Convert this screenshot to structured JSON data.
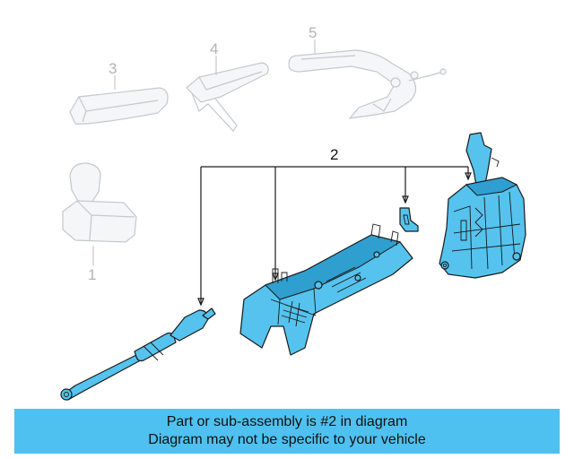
{
  "callouts": {
    "c1": "1",
    "c2": "2",
    "c3": "3",
    "c4": "4",
    "c5": "5"
  },
  "banner": {
    "line1": "Part or sub-assembly is #2 in diagram",
    "line2": "Diagram may not be specific to your vehicle"
  },
  "colors": {
    "highlight": "#55c3ee",
    "banner": "#4fc1f0",
    "ghost": "#c4c8cc"
  }
}
